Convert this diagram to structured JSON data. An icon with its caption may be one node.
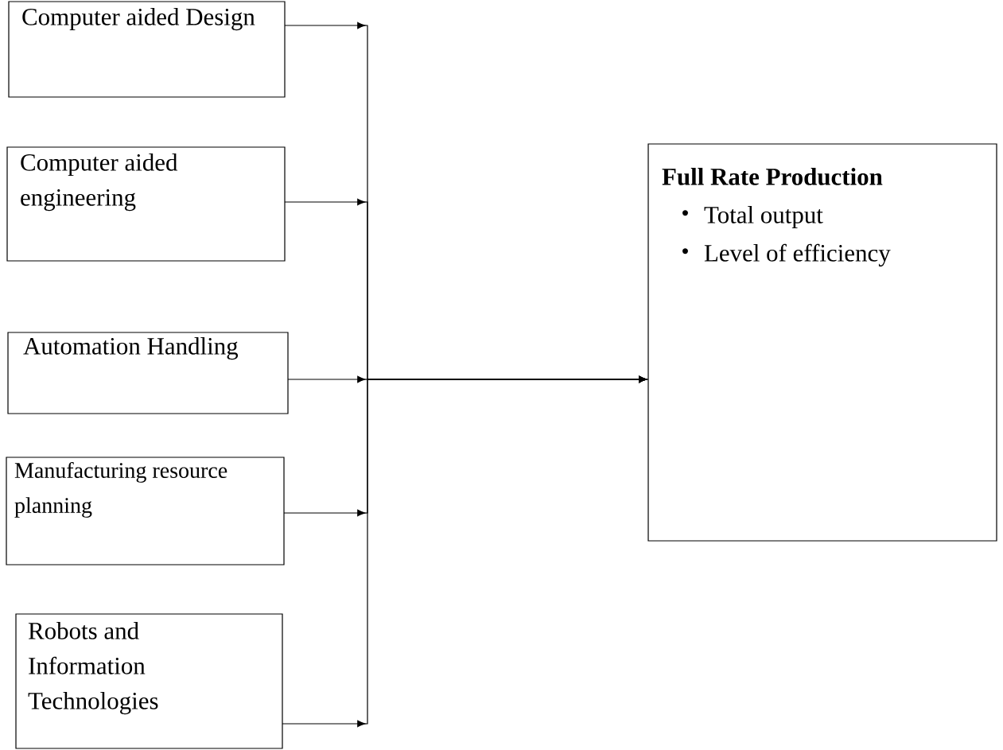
{
  "diagram": {
    "nodes": [
      {
        "text": [
          "Computer aided Design"
        ]
      },
      {
        "text": [
          "Computer aided engineering"
        ]
      },
      {
        "text": [
          "Automation Handling"
        ]
      },
      {
        "text": [
          "Manufacturing resource planning"
        ]
      },
      {
        "text": [
          "Robots and Information Technologies"
        ]
      },
      {
        "text": [
          "Full Rate Production",
          "Total output",
          "Level of efficiency"
        ]
      }
    ],
    "edges": [
      {
        "from": 0,
        "to": 5,
        "arrow": "to"
      },
      {
        "from": 1,
        "to": 5,
        "arrow": "to"
      },
      {
        "from": 2,
        "to": 5,
        "arrow": "to"
      },
      {
        "from": 3,
        "to": 5,
        "arrow": "to"
      },
      {
        "from": 4,
        "to": 5,
        "arrow": "to"
      }
    ]
  }
}
